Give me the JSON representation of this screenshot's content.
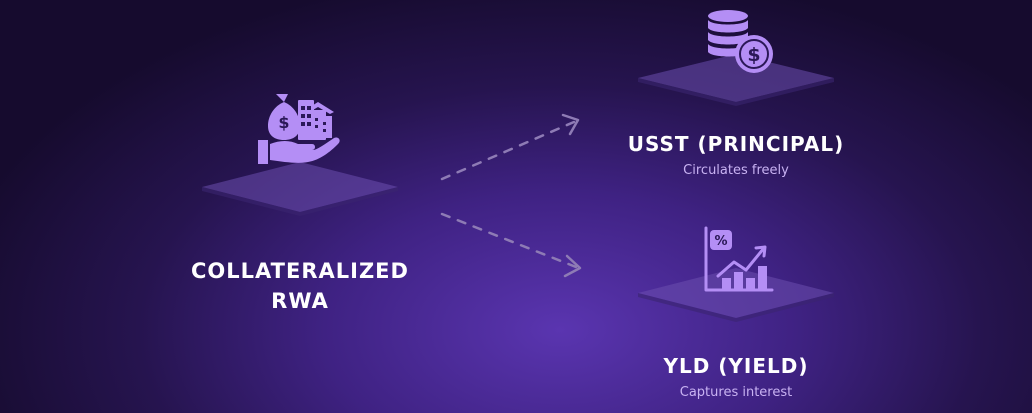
{
  "diagram": {
    "source": {
      "title_line1": "COLLATERALIZED",
      "title_line2": "RWA",
      "icon": "hand-holding-assets-icon"
    },
    "outputs": [
      {
        "title": "USST (PRINCIPAL)",
        "subtitle": "Circulates freely",
        "icon": "coin-stack-dollar-icon"
      },
      {
        "title": "YLD (YIELD)",
        "subtitle": "Captures interest",
        "icon": "percent-growth-chart-icon"
      }
    ],
    "colors": {
      "icon": "#b48ef5",
      "platform": "#6b4fae",
      "arrow": "#8e7bb5",
      "subtitle": "#c8b2f2"
    }
  }
}
